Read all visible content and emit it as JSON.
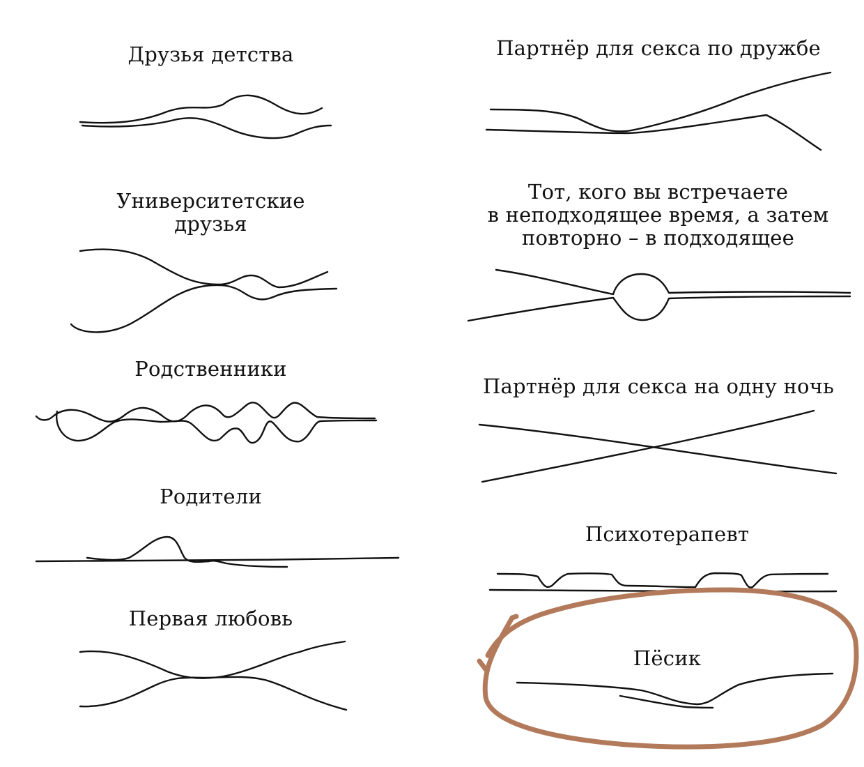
{
  "colors": {
    "ink": "#111111",
    "highlight_ring": "#b27a5a",
    "background": "#ffffff"
  },
  "left_column": {
    "childhood_friends": "Друзья детства",
    "university_friends_line1": "Университетские",
    "university_friends_line2": "друзья",
    "relatives": "Родственники",
    "parents": "Родители",
    "first_love": "Первая любовь"
  },
  "right_column": {
    "friends_with_benefits": "Партнёр для секса по дружбе",
    "wrong_time_line1": "Тот, кого вы встречаете",
    "wrong_time_line2": "в неподходящее время, а затем",
    "wrong_time_line3": "повторно – в подходящее",
    "one_night_stand": "Партнёр для секса на одну ночь",
    "therapist": "Психотерапевт",
    "doggy": "Пёсик"
  }
}
